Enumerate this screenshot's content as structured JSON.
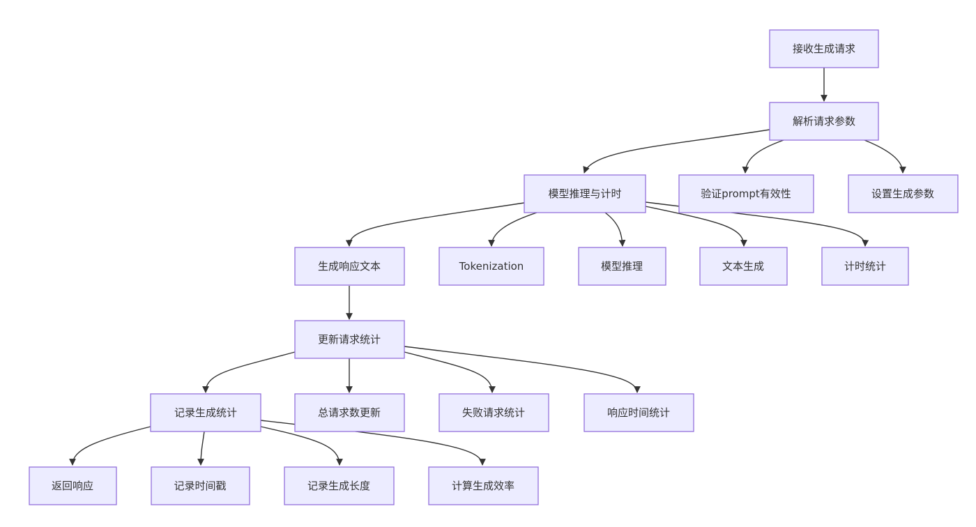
{
  "nodes": {
    "n1": "接收生成请求",
    "n2": "解析请求参数",
    "n3": "模型推理与计时",
    "n4": "验证prompt有效性",
    "n5": "设置生成参数",
    "n6": "生成响应文本",
    "n7": "Tokenization",
    "n8": "模型推理",
    "n9": "文本生成",
    "n10": "计时统计",
    "n11": "更新请求统计",
    "n12": "记录生成统计",
    "n13": "总请求数更新",
    "n14": "失败请求统计",
    "n15": "响应时间统计",
    "n16": "返回响应",
    "n17": "记录时间戳",
    "n18": "记录生成长度",
    "n19": "计算生成效率"
  },
  "colors": {
    "node_fill": "#ececff",
    "node_stroke": "#9370db",
    "edge": "#333333",
    "text": "#333333"
  }
}
